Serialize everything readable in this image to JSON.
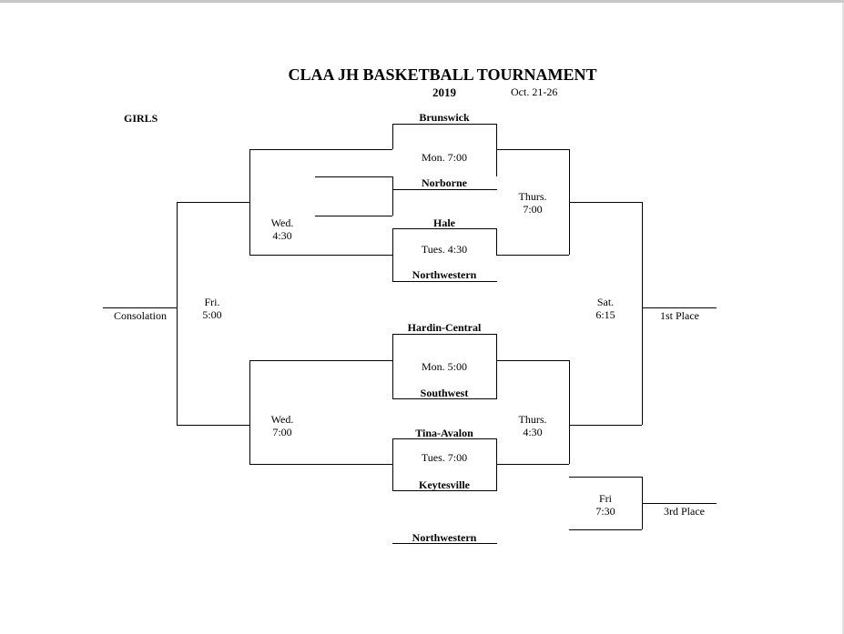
{
  "title": "CLAA JH BASKETBALL TOURNAMENT",
  "year": "2019",
  "dates": "Oct. 21-26",
  "division": "GIRLS",
  "teams": {
    "brunswick": "Brunswick",
    "norborne": "Norborne",
    "hale": "Hale",
    "northwestern": "Northwestern",
    "hardin_central": "Hardin-Central",
    "southwest": "Southwest",
    "tina_avalon": "Tina-Avalon",
    "keytesville": "Keytesville",
    "northwestern_bottom": "Northwestern"
  },
  "games": {
    "mon_700": "Mon. 7:00",
    "tues_430": "Tues. 4:30",
    "mon_500": "Mon. 5:00",
    "tues_700": "Tues. 7:00",
    "wed_430_day": "Wed.",
    "wed_430_time": "4:30",
    "wed_700_day": "Wed.",
    "wed_700_time": "7:00",
    "thurs_700_day": "Thurs.",
    "thurs_700_time": "7:00",
    "thurs_430_day": "Thurs.",
    "thurs_430_time": "4:30",
    "fri_500_day": "Fri.",
    "fri_500_time": "5:00",
    "sat_615_day": "Sat.",
    "sat_615_time": "6:15",
    "fri_730_day": "Fri",
    "fri_730_time": "7:30"
  },
  "results": {
    "consolation": "Consolation",
    "first_place": "1st Place",
    "third_place": "3rd Place"
  }
}
